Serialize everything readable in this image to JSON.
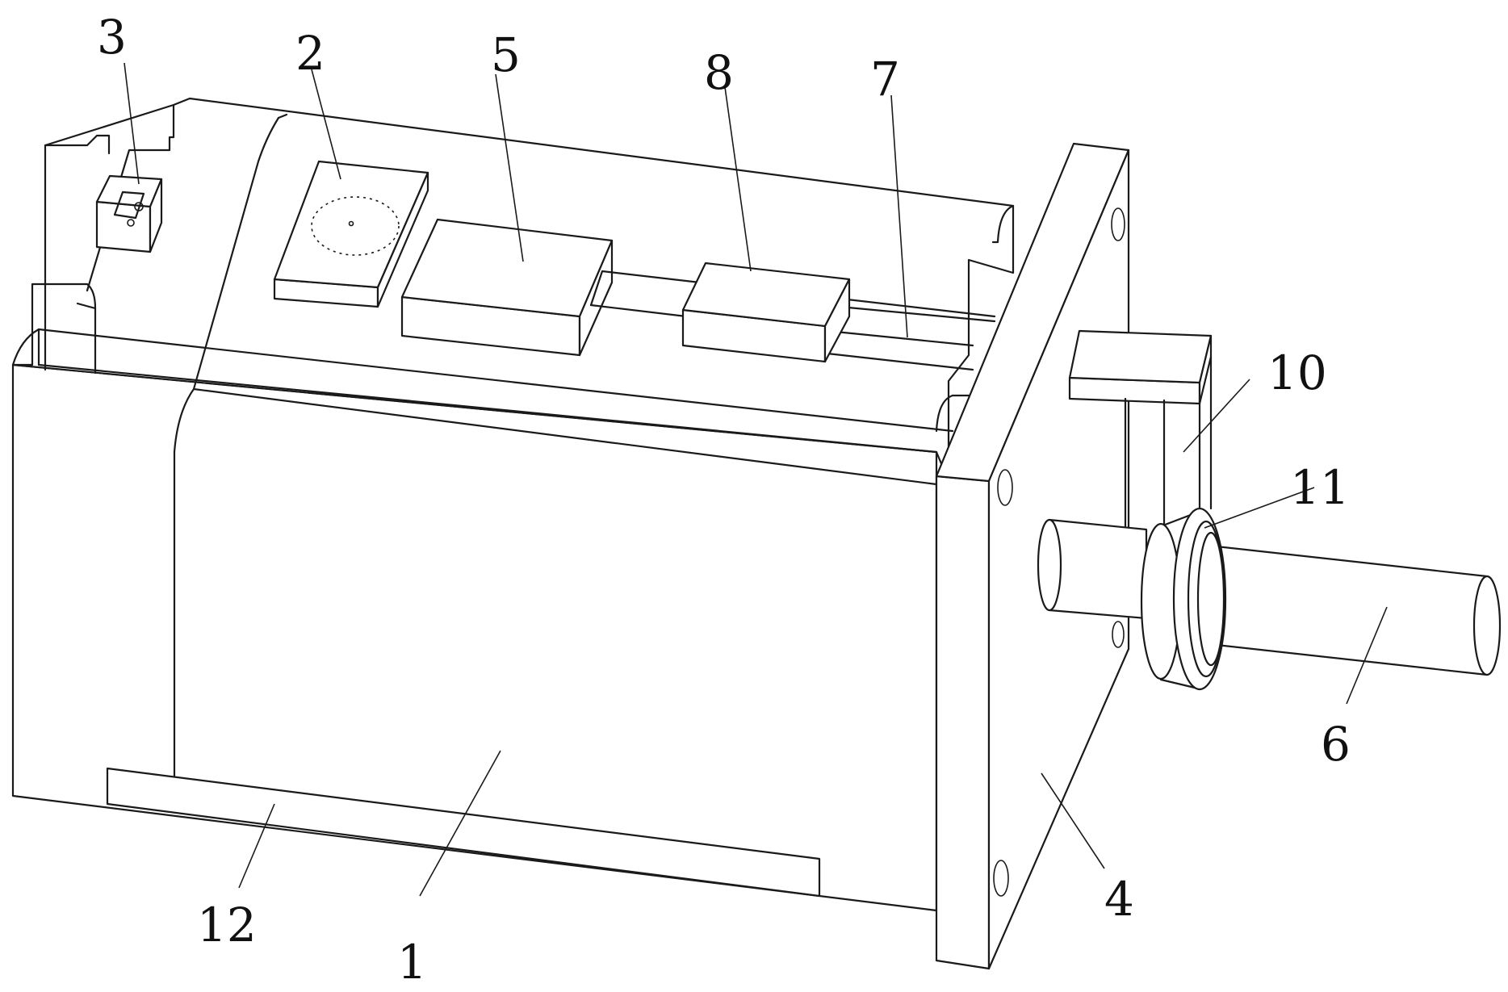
{
  "figure": {
    "labels": [
      {
        "id": "housing",
        "text": "1"
      },
      {
        "id": "port",
        "text": "2"
      },
      {
        "id": "switch",
        "text": "3"
      },
      {
        "id": "flange",
        "text": "4"
      },
      {
        "id": "box",
        "text": "5"
      },
      {
        "id": "shaft",
        "text": "6"
      },
      {
        "id": "rail",
        "text": "7"
      },
      {
        "id": "slider",
        "text": "8"
      },
      {
        "id": "bracket",
        "text": "10"
      },
      {
        "id": "ring",
        "text": "11"
      },
      {
        "id": "base-strip",
        "text": "12"
      }
    ]
  }
}
